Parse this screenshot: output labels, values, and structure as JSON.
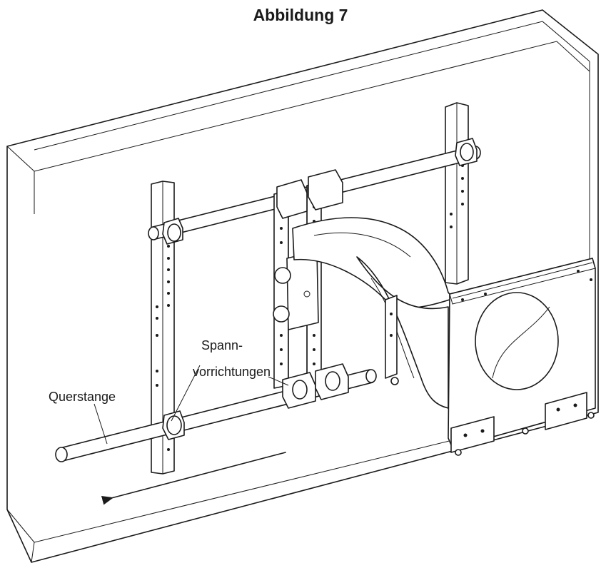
{
  "figure": {
    "title": "Abbildung 7",
    "labels": {
      "querstange": "Querstange",
      "spann_line1": "Spann-",
      "spann_line2": "vorrichtungen"
    }
  }
}
